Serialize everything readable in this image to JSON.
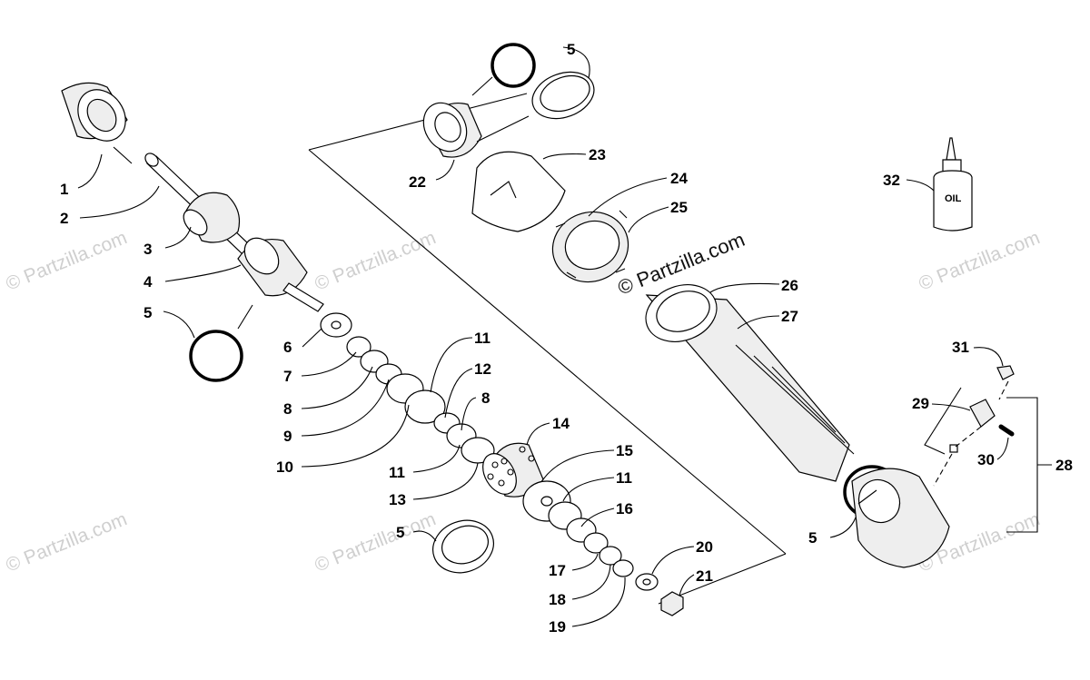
{
  "watermarks": {
    "site_text": "© Partzilla.com",
    "center_text": "© Partzilla.com"
  },
  "oil_bottle": {
    "label": "OIL"
  },
  "callouts": [
    {
      "key": "c1",
      "text": "1"
    },
    {
      "key": "c2",
      "text": "2"
    },
    {
      "key": "c3",
      "text": "3"
    },
    {
      "key": "c4",
      "text": "4"
    },
    {
      "key": "c5a",
      "text": "5"
    },
    {
      "key": "c5b",
      "text": "5"
    },
    {
      "key": "c5c",
      "text": "5"
    },
    {
      "key": "c5d",
      "text": "5"
    },
    {
      "key": "c6",
      "text": "6"
    },
    {
      "key": "c7",
      "text": "7"
    },
    {
      "key": "c8a",
      "text": "8"
    },
    {
      "key": "c8b",
      "text": "8"
    },
    {
      "key": "c9",
      "text": "9"
    },
    {
      "key": "c10",
      "text": "10"
    },
    {
      "key": "c11a",
      "text": "11"
    },
    {
      "key": "c11b",
      "text": "11"
    },
    {
      "key": "c11c",
      "text": "11"
    },
    {
      "key": "c12",
      "text": "12"
    },
    {
      "key": "c13",
      "text": "13"
    },
    {
      "key": "c14",
      "text": "14"
    },
    {
      "key": "c15",
      "text": "15"
    },
    {
      "key": "c16",
      "text": "16"
    },
    {
      "key": "c17",
      "text": "17"
    },
    {
      "key": "c18",
      "text": "18"
    },
    {
      "key": "c19",
      "text": "19"
    },
    {
      "key": "c20",
      "text": "20"
    },
    {
      "key": "c21",
      "text": "21"
    },
    {
      "key": "c22",
      "text": "22"
    },
    {
      "key": "c23",
      "text": "23"
    },
    {
      "key": "c24",
      "text": "24"
    },
    {
      "key": "c25",
      "text": "25"
    },
    {
      "key": "c26",
      "text": "26"
    },
    {
      "key": "c27",
      "text": "27"
    },
    {
      "key": "c28",
      "text": "28"
    },
    {
      "key": "c29",
      "text": "29"
    },
    {
      "key": "c30",
      "text": "30"
    },
    {
      "key": "c31",
      "text": "31"
    },
    {
      "key": "c32",
      "text": "32"
    }
  ]
}
